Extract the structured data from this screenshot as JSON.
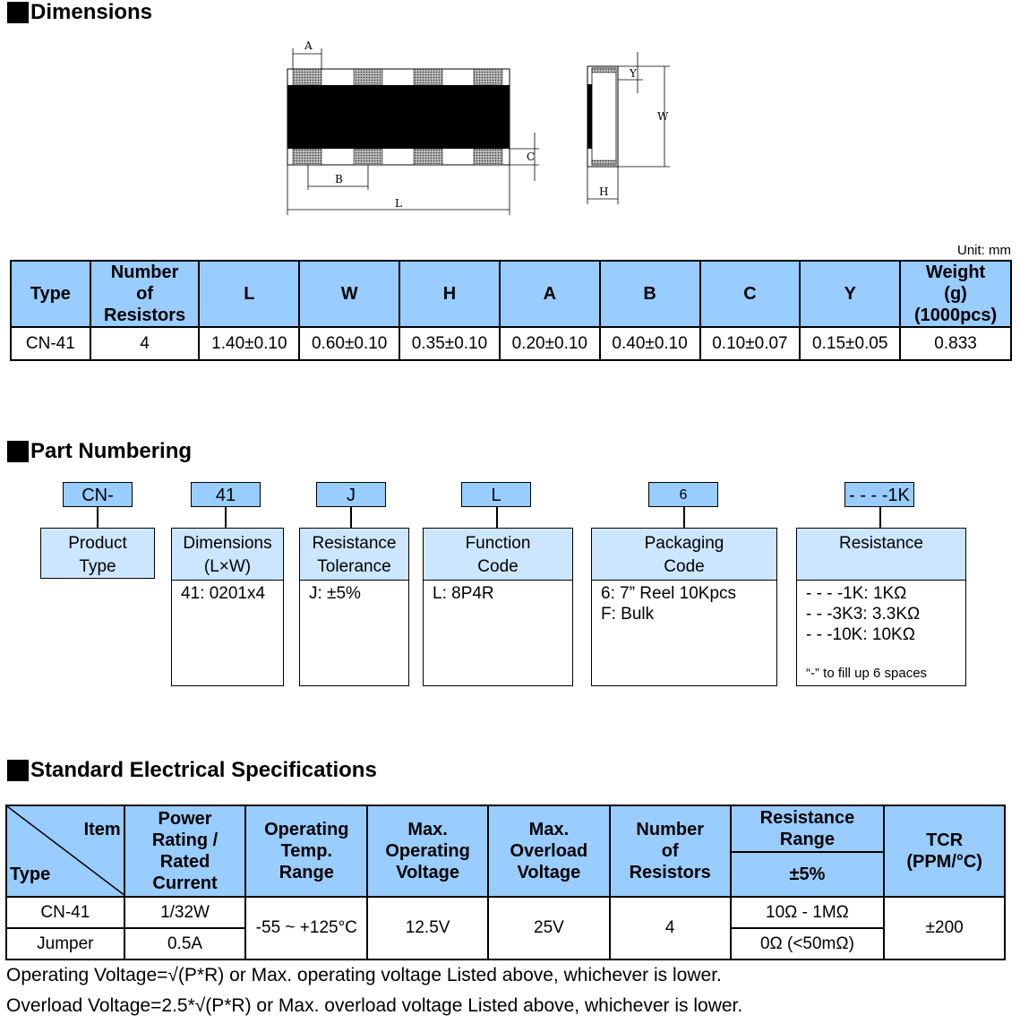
{
  "sections": {
    "dimensions": "Dimensions",
    "part_numbering": "Part Numbering",
    "electrical": "Standard Electrical Specifications"
  },
  "drawing": {
    "labels": {
      "A": "A",
      "B": "B",
      "C": "C",
      "L": "L",
      "Y": "Y",
      "W": "W",
      "H": "H"
    }
  },
  "unit": "Unit: mm",
  "dim_table": {
    "headers": [
      "Type",
      "Number\nof\nResistors",
      "L",
      "W",
      "H",
      "A",
      "B",
      "C",
      "Y",
      "Weight\n(g)\n(1000pcs)"
    ],
    "row": [
      "CN-41",
      "4",
      "1.40±0.10",
      "0.60±0.10",
      "0.35±0.10",
      "0.20±0.10",
      "0.40±0.10",
      "0.10±0.07",
      "0.15±0.05",
      "0.833"
    ]
  },
  "part_numbering": {
    "codes": [
      "CN-",
      "41",
      "J",
      "L",
      "6",
      "- - - -1K"
    ],
    "heads": [
      "Product\nType",
      "Dimensions\n(L×W)",
      "Resistance\nTolerance",
      "Function\nCode",
      "Packaging\nCode",
      "Resistance"
    ],
    "bodies": [
      "",
      "41: 0201x4",
      "J: ±5%",
      "L: 8P4R",
      "6: 7” Reel    10Kpcs\nF: Bulk",
      "- - - -1K: 1KΩ\n- - -3K3: 3.3KΩ\n- - -10K: 10KΩ"
    ],
    "resistance_note": "“-” to fill up 6 spaces"
  },
  "spec_table": {
    "diag_item": "Item",
    "diag_type": "Type",
    "headers": [
      "Power\nRating /\nRated\nCurrent",
      "Operating\nTemp.\nRange",
      "Max.\nOperating\nVoltage",
      "Max.\nOverload\nVoltage",
      "Number\nof\nResistors",
      "Resistance\nRange",
      "TCR\n(PPM/°C)"
    ],
    "tolerance": "±5%",
    "rows": [
      {
        "type": "CN-41",
        "power": "1/32W",
        "temp": "-55 ~ +125°C",
        "op_v": "12.5V",
        "ov_v": "25V",
        "num": "4",
        "range": "10Ω - 1MΩ",
        "tcr": "±200"
      },
      {
        "type": "Jumper",
        "power": "0.5A",
        "range": "0Ω (<50mΩ)"
      }
    ]
  },
  "notes": [
    "Operating Voltage=√(P*R) or Max. operating voltage Listed above, whichever is lower.",
    "Overload Voltage=2.5*√(P*R) or Max. overload voltage Listed above, whichever is lower."
  ]
}
